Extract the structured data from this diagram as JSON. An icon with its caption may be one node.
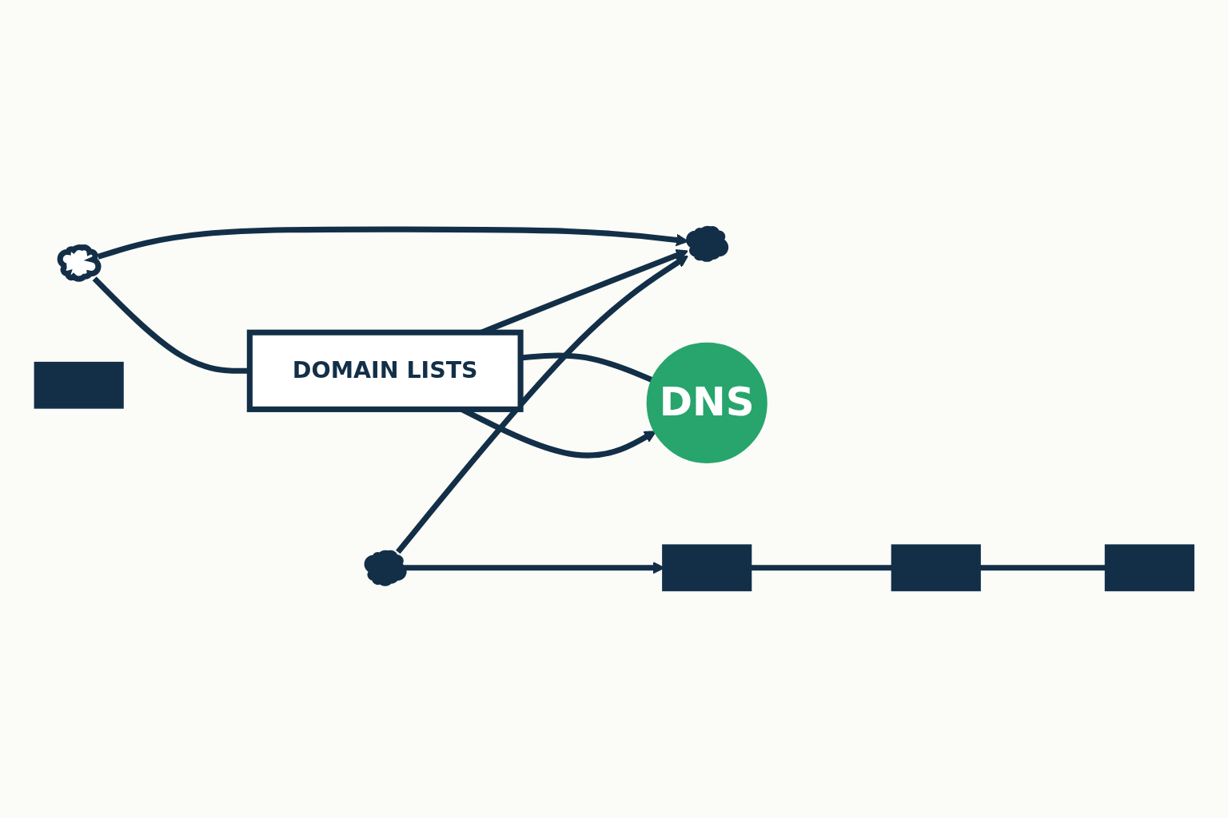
{
  "diagram": {
    "nodes": [
      {
        "text": [],
        "shape": "cloud"
      },
      {
        "text": [
          "DOMAIN LISTS"
        ]
      },
      {
        "text": [],
        "shape": "cloud"
      },
      {
        "text": [
          "DNS"
        ]
      },
      {
        "text": [],
        "shape": "cloud"
      },
      {
        "text": [],
        "shape": "box"
      },
      {
        "text": [],
        "shape": "box"
      },
      {
        "text": [],
        "shape": "box"
      },
      {
        "text": [],
        "shape": "box"
      }
    ],
    "edges": [
      {
        "from": 0,
        "to": 2,
        "arrow": "to"
      },
      {
        "from": 0,
        "to": 1,
        "arrow": "none"
      },
      {
        "from": 1,
        "to": 3,
        "arrow": "none"
      },
      {
        "from": 1,
        "to": 2,
        "arrow": "to"
      },
      {
        "from": 1,
        "to": 3,
        "arrow": "to"
      },
      {
        "from": 4,
        "to": 2,
        "arrow": "to"
      },
      {
        "from": 4,
        "to": 5,
        "arrow": "to"
      },
      {
        "from": 5,
        "to": 6,
        "arrow": "none"
      },
      {
        "from": 6,
        "to": 8,
        "arrow": "none"
      }
    ]
  }
}
